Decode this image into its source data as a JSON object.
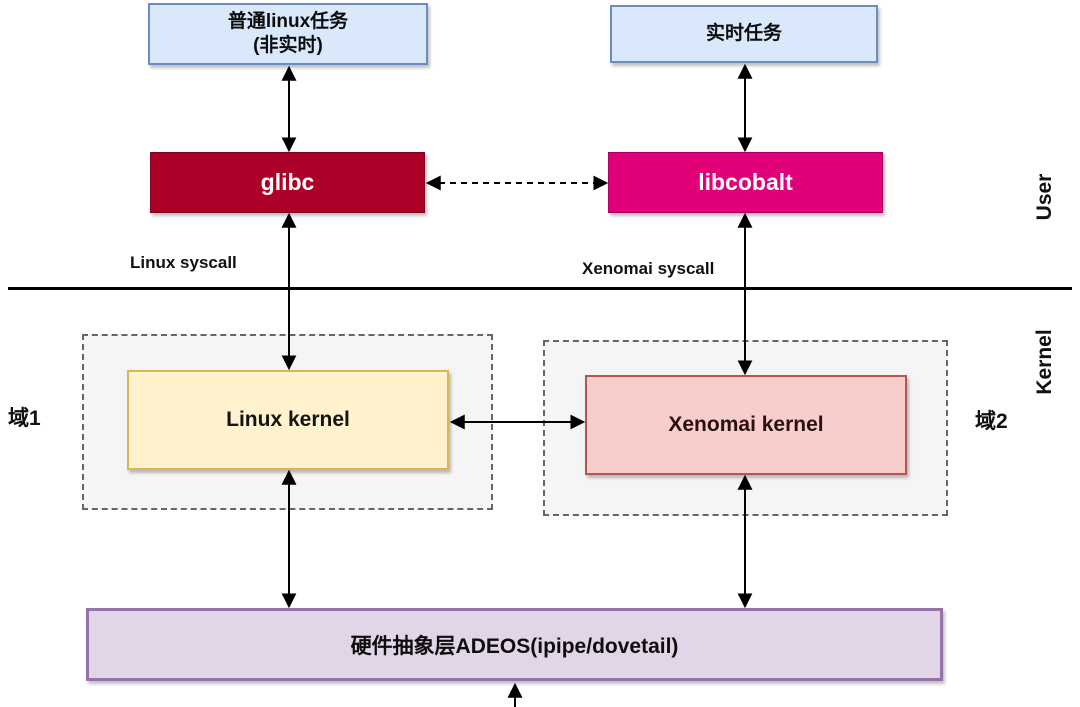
{
  "diagram": {
    "user_space": {
      "normal_task": {
        "line1": "普通linux任务",
        "line2": "(非实时)"
      },
      "rt_task": {
        "label": "实时任务"
      },
      "glibc": {
        "label": "glibc"
      },
      "libcobalt": {
        "label": "libcobalt"
      },
      "linux_syscall_label": "Linux syscall",
      "xenomai_syscall_label": "Xenomai syscall",
      "user_label": "User"
    },
    "kernel_space": {
      "kernel_label": "Kernel",
      "domain1_label": "域1",
      "domain2_label": "域2",
      "linux_kernel": {
        "label": "Linux kernel"
      },
      "xenomai_kernel": {
        "label": "Xenomai kernel"
      },
      "adeos": {
        "label": "硬件抽象层ADEOS(ipipe/dovetail)"
      }
    },
    "colors": {
      "task_box_fill": "#dae8fc",
      "task_box_border": "#6c8ebf",
      "glibc_fill": "#ad0028",
      "libcobalt_fill": "#e0007a",
      "linux_kernel_fill": "#fff2cc",
      "linux_kernel_border": "#d6b656",
      "xenomai_kernel_fill": "#f8cecc",
      "xenomai_kernel_border": "#b85450",
      "adeos_fill": "#e1d5e7",
      "adeos_border": "#9673a6",
      "domain_fill": "#f5f5f5",
      "domain_border": "#666666",
      "arrow_color": "#000000"
    }
  }
}
